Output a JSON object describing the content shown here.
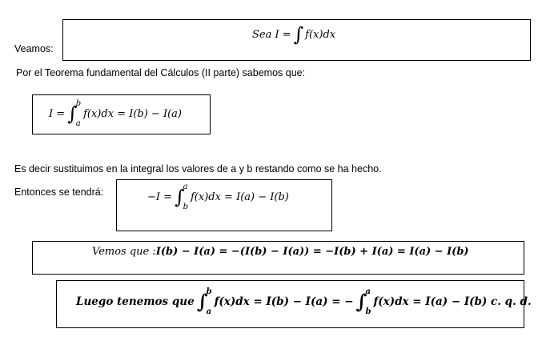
{
  "veamos": "Veamos:",
  "box1": {
    "pre": "Sea I = ",
    "post": "f(x)dx"
  },
  "teorema": "Por el Teorema fundamental del Cálculos (II parte) sabemos que:",
  "box2": {
    "pre": "I = ",
    "upper": "b",
    "lower": "a",
    "post": "f(x)dx = I(b) − I(a)"
  },
  "es_decir": "Es decir sustituimos en la integral los valores de a y b restando como se ha hecho.",
  "entonces": "Entonces se tendrá:",
  "box3": {
    "pre": "−I = ",
    "upper": "a",
    "lower": "b",
    "post": "f(x)dx = I(a) − I(b)"
  },
  "box4": {
    "pre": "Vemos que : ",
    "post": "I(b) − I(a) = −(I(b) − I(a)) = −I(b) + I(a) = I(a) − I(b)"
  },
  "box5": {
    "pre": "Luego tenemos que ",
    "upper1": "b",
    "lower1": "a",
    "mid": "f(x)dx = I(b) − I(a) = −",
    "upper2": "a",
    "lower2": "b",
    "post": "f(x)dx = I(a) − I(b) c. q. d."
  }
}
